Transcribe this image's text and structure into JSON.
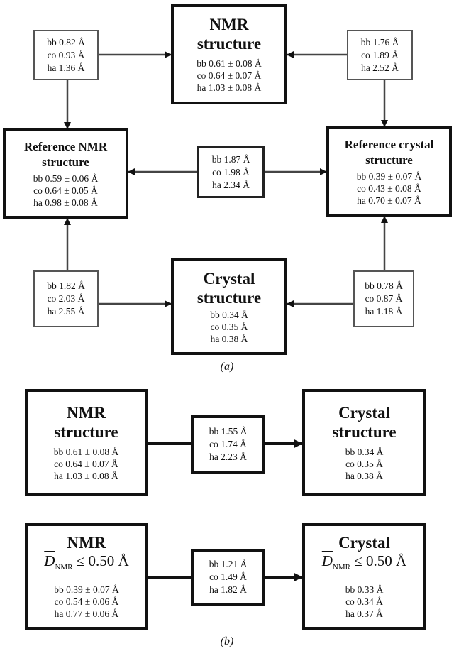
{
  "panel_a": {
    "caption": "(a)",
    "nmr": {
      "title": [
        "NMR",
        "structure"
      ],
      "values": [
        "bb 0.61 ± 0.08 Å",
        "co 0.64 ± 0.07 Å",
        "ha 1.03 ± 0.08 Å"
      ]
    },
    "crystal": {
      "title": [
        "Crystal",
        "structure"
      ],
      "values": [
        "bb 0.34 Å",
        "co 0.35 Å",
        "ha 0.38 Å"
      ]
    },
    "ref_nmr": {
      "title": [
        "Reference NMR",
        "structure"
      ],
      "values": [
        "bb 0.59 ± 0.06 Å",
        "co 0.64 ± 0.05 Å",
        "ha 0.98 ± 0.08 Å"
      ]
    },
    "ref_crystal": {
      "title": [
        "Reference crystal",
        "structure"
      ],
      "values": [
        "bb 0.39 ± 0.07 Å",
        "co 0.43 ± 0.08 Å",
        "ha 0.70 ± 0.07 Å"
      ]
    },
    "top_left": [
      "bb 0.82 Å",
      "co 0.93 Å",
      "ha 1.36 Å"
    ],
    "top_right": [
      "bb 1.76 Å",
      "co 1.89 Å",
      "ha 2.52 Å"
    ],
    "middle": [
      "bb 1.87 Å",
      "co 1.98 Å",
      "ha 2.34 Å"
    ],
    "bottom_left": [
      "bb 1.82 Å",
      "co 2.03 Å",
      "ha 2.55 Å"
    ],
    "bottom_right": [
      "bb 0.78 Å",
      "co 0.87 Å",
      "ha 1.18 Å"
    ]
  },
  "panel_b": {
    "caption": "(b)",
    "row1": {
      "nmr": {
        "title": [
          "NMR",
          "structure"
        ],
        "values": [
          "bb 0.61 ± 0.08 Å",
          "co 0.64 ± 0.07 Å",
          "ha 1.03 ± 0.08 Å"
        ]
      },
      "middle": [
        "bb 1.55 Å",
        "co 1.74 Å",
        "ha 2.23 Å"
      ],
      "crystal": {
        "title": [
          "Crystal",
          "structure"
        ],
        "values": [
          "bb 0.34 Å",
          "co 0.35 Å",
          "ha 0.38 Å"
        ]
      }
    },
    "row2": {
      "nmr": {
        "title": "NMR",
        "cond_symbol": "D",
        "cond_sub": "NMR",
        "cond_rest": " ≤ 0.50 Å",
        "values": [
          "bb 0.39 ± 0.07 Å",
          "co 0.54 ± 0.06 Å",
          "ha 0.77 ± 0.06 Å"
        ]
      },
      "middle": [
        "bb 1.21 Å",
        "co 1.49 Å",
        "ha 1.82 Å"
      ],
      "crystal": {
        "title": "Crystal",
        "cond_symbol": "D",
        "cond_sub": "NMR",
        "cond_rest": " ≤ 0.50 Å",
        "values": [
          "bb 0.33 Å",
          "co 0.34 Å",
          "ha 0.37 Å"
        ]
      }
    }
  }
}
